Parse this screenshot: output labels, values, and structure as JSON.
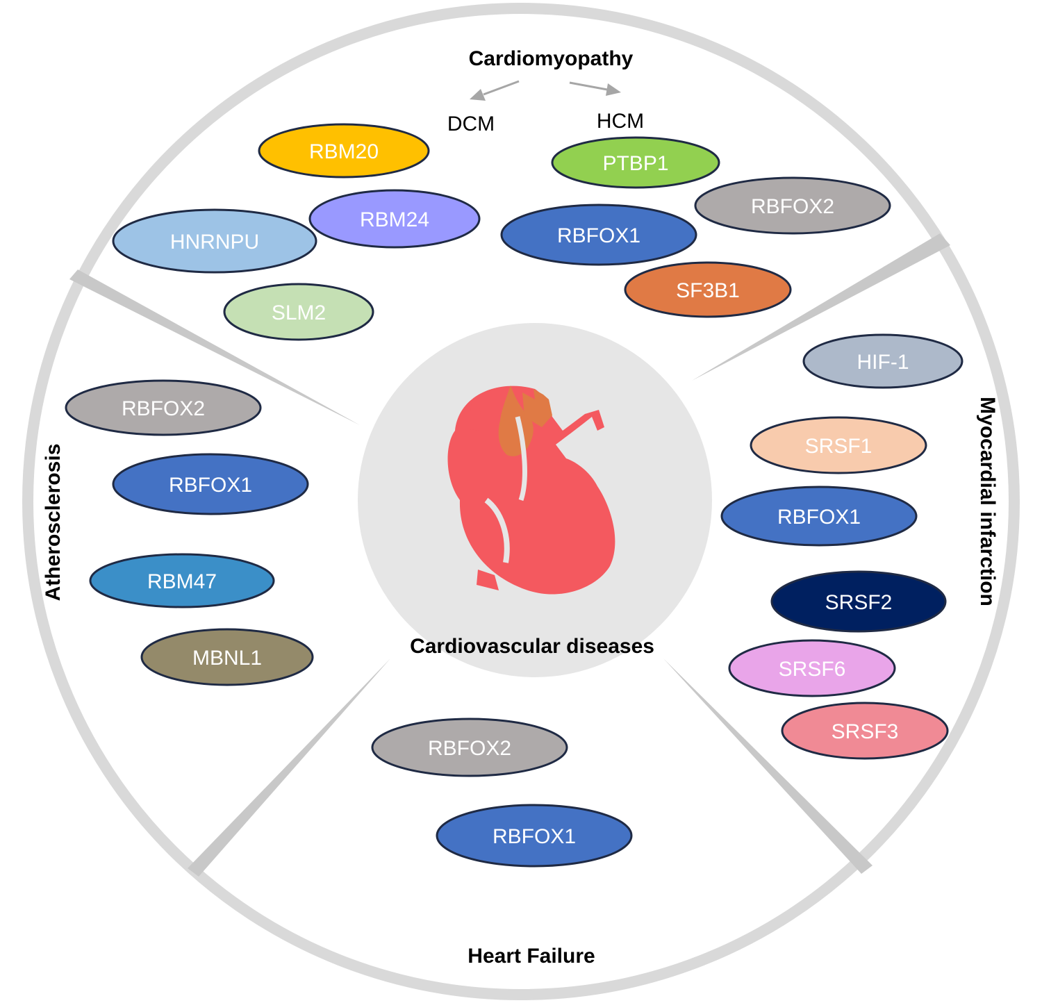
{
  "center": {
    "title": "Cardiovascular diseases",
    "heart_icon": "heart-icon"
  },
  "sections": {
    "cardiomyopathy": {
      "title": "Cardiomyopathy",
      "sub_left": "DCM",
      "sub_right": "HCM",
      "dcm_items": [
        "RBM20",
        "RBM24",
        "HNRNPU",
        "SLM2"
      ],
      "hcm_items": [
        "PTBP1",
        "RBFOX2",
        "RBFOX1",
        "SF3B1"
      ]
    },
    "myocardial_infarction": {
      "title": "Myocardial infarction",
      "items": [
        "HIF-1",
        "SRSF1",
        "RBFOX1",
        "SRSF2",
        "SRSF6",
        "SRSF3"
      ]
    },
    "atherosclerosis": {
      "title": "Atherosclerosis",
      "items": [
        "RBFOX2",
        "RBFOX1",
        "RBM47",
        "MBNL1"
      ]
    },
    "heart_failure": {
      "title": "Heart Failure",
      "items": [
        "RBFOX2",
        "RBFOX1"
      ]
    }
  },
  "colors": {
    "ring": "#d9d9d9",
    "center_disc": "#e6e6e6",
    "divider": "#c8c8c8",
    "arrow": "#a6a6a6",
    "heart": "#f4595f",
    "aorta": "#e07a45",
    "pill_border": "#1f2a44",
    "RBM20": "#ffc000",
    "RBM24": "#9999ff",
    "HNRNPU": "#9dc3e6",
    "SLM2": "#c5e0b4",
    "PTBP1": "#92d050",
    "RBFOX2": "#aeaaaa",
    "RBFOX1": "#4472c4",
    "SF3B1": "#e07a45",
    "HIF-1": "#adb9ca",
    "SRSF1": "#f8cbad",
    "SRSF2": "#002060",
    "SRSF6": "#e9a5e9",
    "SRSF3": "#f08a95",
    "RBM47": "#3b8fc8",
    "MBNL1": "#948a6a"
  }
}
